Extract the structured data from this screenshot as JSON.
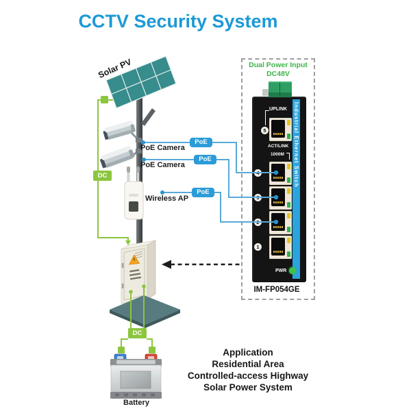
{
  "title": "CCTV Security System",
  "labels": {
    "solar_pv": "Solar PV",
    "poe_camera": "PoE Camera",
    "wireless_ap": "Wireless AP",
    "battery": "Battery"
  },
  "badges": {
    "poe": "PoE",
    "dc": "DC"
  },
  "switch": {
    "power_input_line1": "Dual Power Input",
    "power_input_line2": "DC48V",
    "uplink": "UPLINK",
    "act_link": "ACT/LINK",
    "speed": "1000M",
    "stripe": "Industrial Ethernet Switch",
    "pwr": "PWR",
    "model": "IM-FP054GE",
    "ports": [
      "5",
      "4",
      "3",
      "2",
      "1"
    ]
  },
  "application": {
    "lines": [
      "Application",
      "Residential Area",
      "Controlled-access Highway",
      "Solar Power System"
    ]
  },
  "colors": {
    "title_blue": "#1D99D6",
    "link_blue": "#58A9D8",
    "poe_badge_blue": "#2B9CD8",
    "stripe_blue": "#2AA3DE",
    "dc_green": "#8CC63F",
    "power_text_green": "#3CB54A",
    "panel_teal": "#378C8C"
  }
}
